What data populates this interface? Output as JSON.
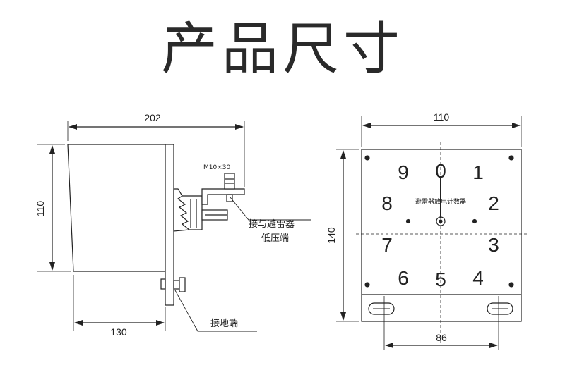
{
  "title": "产品尺寸",
  "side_view": {
    "dim_width": "202",
    "dim_height": "110",
    "dim_base": "130",
    "bolt_spec": "M10×30",
    "label_arrester_line1": "接与避雷器",
    "label_arrester_line2": "低压端",
    "label_ground": "接地端"
  },
  "front_view": {
    "dim_width": "110",
    "dim_height": "140",
    "dim_holes": "86",
    "dial_label": "避雷器放电计数器",
    "dial_numbers": [
      "0",
      "1",
      "2",
      "3",
      "4",
      "5",
      "6",
      "7",
      "8",
      "9"
    ]
  }
}
